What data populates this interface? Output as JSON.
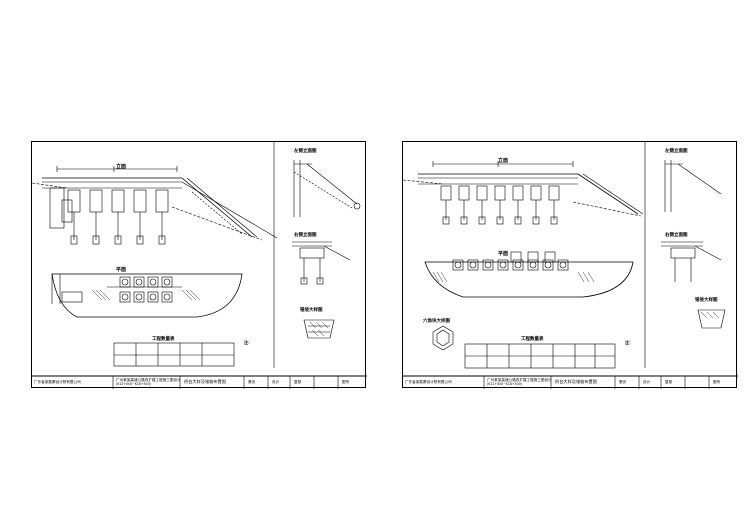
{
  "sheets": [
    {
      "views": {
        "elevation": "立面",
        "plan": "平面",
        "section_a": "左侧立面图",
        "section_b": "右侧立面图",
        "detail": "锥坡大样图"
      },
      "quantities_title": "工程数量表",
      "notes_title": "注：",
      "title_block": {
        "company": "广东省某勘察设计院有限公司",
        "project": "广州某某高速公路改扩建工程施工图设计",
        "project_sub": "(K12+000~K18+500)",
        "drawing_title": "桥台大样及锥坡布置图",
        "sheet_label": "第页",
        "design_label": "设计",
        "review_label": "复核",
        "drawing_no_label": "图号"
      }
    },
    {
      "views": {
        "elevation": "立面",
        "plan": "平面",
        "section_a": "左侧立面图",
        "section_b": "右侧立面图",
        "detail": "锥坡大样图",
        "hex_detail": "六角块大样图"
      },
      "quantities_title": "工程数量表",
      "notes_title": "注：",
      "title_block": {
        "company": "广东省某勘察设计院有限公司",
        "project": "广州某某高速公路改扩建工程施工图设计",
        "project_sub": "(K12+000~K18+500)",
        "drawing_title": "桥台大样及锥坡布置图",
        "sheet_label": "第页",
        "design_label": "设计",
        "review_label": "复核",
        "drawing_no_label": "图号"
      }
    }
  ]
}
